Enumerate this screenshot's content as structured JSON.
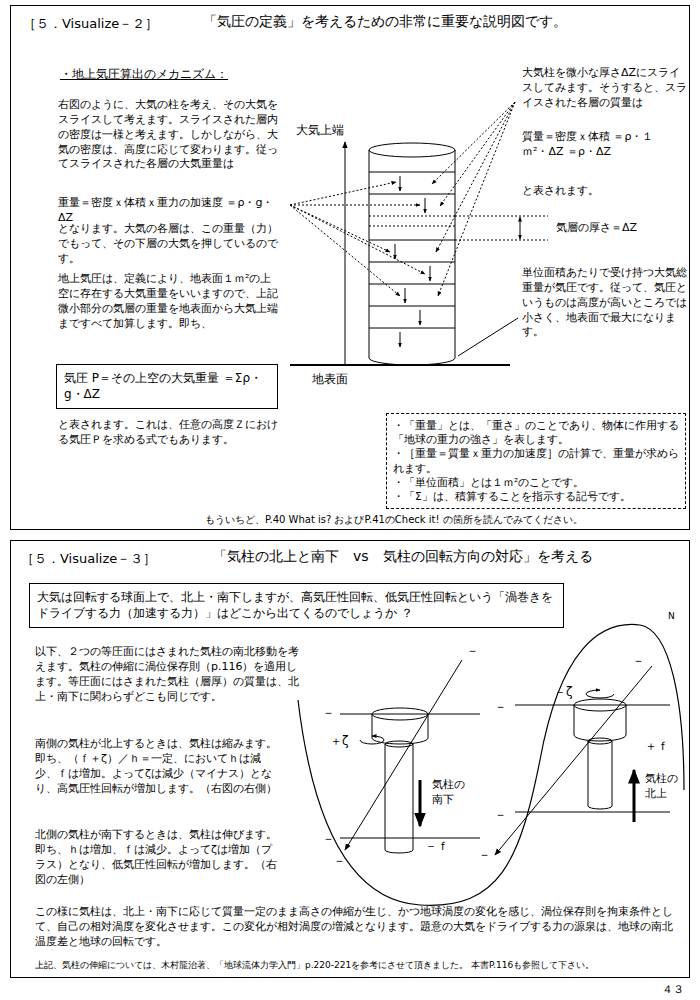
{
  "diagram": {
    "nodes": [
      {
        "text": [
          "［５．Visualize－２］",
          "「気圧の定義」を考えるための非常に重要な説明図です。"
        ]
      },
      {
        "text": [
          "気圧 P＝その上空の大気重量 ＝Σρ・g・ΔZ"
        ],
        "in": 0
      },
      {
        "text": [
          "・「重量」とは、「重さ」のことであり、物体に作用する「地球の重力の強さ」を表します。",
          "・［重量＝質量ｘ重力の加速度］の計算で、重量が求められます。",
          "・「単位面積」とは１ｍ²のことです。",
          "・「Σ」は、積算することを指示する記号です。"
        ],
        "in": 0
      },
      {
        "text": [
          "［５．Visualize－３］",
          "「気柱の北上と南下　vs　気柱の回転方向の対応」を考える"
        ]
      },
      {
        "text": [
          "大気は回転する球面上で、北上・南下しますが、高気圧性回転、低気圧性回転という「渦巻きをドライブする力（加速する力）」はどこから出てくるのでしょうか ？"
        ],
        "in": 3
      }
    ],
    "labels": [
      "・地上気圧算出のメカニズム：",
      "右図のように、大気の柱を考え、その大気をスライスして考えます。スライスされた層内の密度は一様と考えます。しかしながら、大気の密度は、高度に応じて変わります。従ってスライスされた各層の大気重量は",
      "重量＝密度ｘ体積ｘ重力の加速度 ＝ρ・g・ΔZ",
      "となります。大気の各層は、この重量（力）でもって、その下層の大気を押しているのです。",
      "地上気圧は、定義により、地表面１ｍ²の上空に存在する大気重量をいいますので、上記微小部分の気層の重量を地表面から大気上端まですべて加算します。即ち、",
      "と表されます。これは、任意の高度Ｚにおける気圧Ｐを求める式でもあります。",
      "大気上端",
      "地表面",
      "気層の厚さ＝ΔZ",
      "大気柱を微小な厚さΔZにスライスしてみます。そうすると、スライスされた各層の質量は",
      "質量＝密度ｘ体積 ＝ρ・１ｍ²・ΔZ ＝ρ・ΔZ",
      "と表されます。",
      "単位面積あたりで受け持つ大気総重量が気圧です。従って、気圧というものは高度が高いところでは小さく、地表面で最大になります。",
      "もういちど、P.40 What is? およびP.41のCheck it! の箇所を読んでみてください。",
      "以下、２つの等圧面にはさまれた気柱の南北移動を考えます。気柱の伸縮に渦位保存則（p.116）を適用します。等圧面にはさまれた気柱（層厚）の質量は、北上・南下に関わらずどこも同じです。",
      "南側の気柱が北上するときは、気柱は縮みます。即ち、（ｆ＋ζ）／ｈ＝一定、においてｈは減少、ｆは増加。よってζは減少（マイナス）となり、高気圧性回転が増加します。（右図の右側）",
      "北側の気柱が南下するときは、気柱は伸びます。即ち、ｈは増加、ｆは減少。よってζは増加（プラス）となり、低気圧性回転が増加します。（右図の左側）",
      "この様に気柱は、北上・南下に応じて質量一定のまま高さの伸縮が生じ、かつ地球渦度の変化を感じ、渦位保存則を拘束条件として、自己の相対渦度を変化させます。この変化が相対渦度の増減となります。題意の大気をドライブする力の源泉は、地球の南北温度差と地球の回転です。",
      "上記、気柱の伸縮については、木村龍治著、「地球流体力学入門」p.220-221を参考にさせて頂きました。 本書P.116も参照して下さい。",
      "４３",
      "＋ζ",
      "気柱の南下",
      "－ｆ",
      "－ζ",
      "＋ｆ",
      "気柱の北上",
      "N",
      "－",
      "－",
      "－",
      "－",
      "－",
      "－",
      "－",
      "－"
    ]
  }
}
